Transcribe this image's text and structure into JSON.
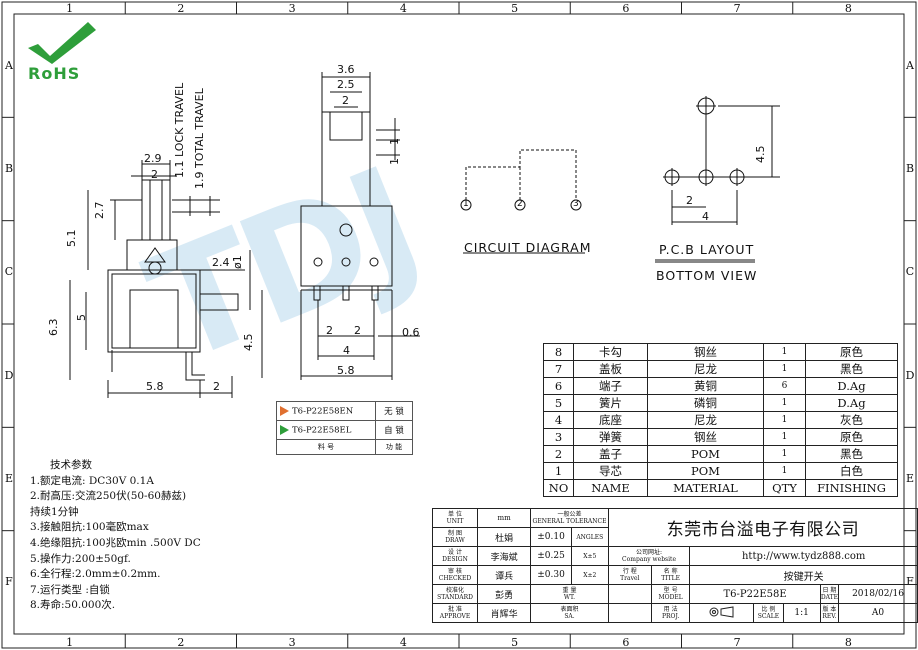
{
  "border": {
    "columns": [
      "1",
      "2",
      "3",
      "4",
      "5",
      "6",
      "7",
      "8"
    ],
    "rows": [
      "A",
      "B",
      "C",
      "D",
      "E",
      "F"
    ]
  },
  "logo": {
    "text": "RoHS",
    "mark": "check-mark-icon",
    "color": "#2e9e3a"
  },
  "watermark": {
    "text": "TDJ"
  },
  "dimensions": {
    "side": {
      "d2_9": "2.9",
      "d2a": "2",
      "d2_7": "2.7",
      "d5_1": "5.1",
      "d6_3": "6.3",
      "d5": "5",
      "d2_4": "2.4",
      "phi1": "ø1",
      "d4_5": "4.5",
      "d5_8": "5.8",
      "d2b": "2",
      "lock": "1.1 LOCK TRAVEL",
      "total": "1.9 TOTAL TRAVEL"
    },
    "front": {
      "d3_6": "3.6",
      "d2_5": "2.5",
      "d2": "2",
      "d1a": "1",
      "d1b": "1",
      "d2c": "2",
      "d2d": "2",
      "d0_6": "0.6",
      "d4": "4",
      "d5_8": "5.8"
    },
    "pcb": {
      "d4_5": "4.5",
      "d2": "2",
      "d4": "4"
    }
  },
  "circuit": {
    "title": "CIRCUIT DIAGRAM",
    "pins": [
      "1",
      "2",
      "3"
    ]
  },
  "pcb": {
    "title": "P.C.B LAYOUT",
    "subtitle": "BOTTOM VIEW"
  },
  "legend": [
    {
      "code": "T6-P22E58EN",
      "desc": "无 锁",
      "color": "#e07030"
    },
    {
      "code": "T6-P22E58EL",
      "desc": "自 锁",
      "color": "#2e9e3a"
    }
  ],
  "legend_header": {
    "code": "料 号",
    "desc": "功 能"
  },
  "specs": {
    "title": "技术参数",
    "lines": [
      "1.额定电流: DC30V  0.1A",
      "2.耐高压:交流250伏(50-60赫兹)",
      "持续1分钟",
      "3.接触阻抗:100毫欧max",
      "4.绝缘阻抗:100兆欧min .500V DC",
      "5.操作力:200±50gf.",
      "6.全行程:2.0mm±0.2mm.",
      "7.运行类型 :自锁",
      "8.寿命:50.000次."
    ]
  },
  "bom": {
    "rows": [
      {
        "no": "8",
        "name": "卡勾",
        "material": "钢丝",
        "qty": "1",
        "finishing": "原色"
      },
      {
        "no": "7",
        "name": "盖板",
        "material": "尼龙",
        "qty": "1",
        "finishing": "黑色"
      },
      {
        "no": "6",
        "name": "端子",
        "material": "黄铜",
        "qty": "6",
        "finishing": "D.Ag"
      },
      {
        "no": "5",
        "name": "簧片",
        "material": "磷铜",
        "qty": "1",
        "finishing": "D.Ag"
      },
      {
        "no": "4",
        "name": "底座",
        "material": "尼龙",
        "qty": "1",
        "finishing": "灰色"
      },
      {
        "no": "3",
        "name": "弹簧",
        "material": "钢丝",
        "qty": "1",
        "finishing": "原色"
      },
      {
        "no": "2",
        "name": "盖子",
        "material": "POM",
        "qty": "1",
        "finishing": "黑色"
      },
      {
        "no": "1",
        "name": "导芯",
        "material": "POM",
        "qty": "1",
        "finishing": "白色"
      }
    ],
    "header": {
      "no": "NO",
      "name": "NAME",
      "material": "MATERIAL",
      "qty": "QTY",
      "finishing": "FINISHING"
    }
  },
  "title_block": {
    "unit_cn": "单 位",
    "unit_en": "UNIT",
    "unit_val": "mm",
    "tol_cn": "一般公差",
    "tol_en": "GENERAL TOLERANCE",
    "tol1": "±0.10",
    "tol1_r": "ANGLES",
    "tol2": "±0.25",
    "tol2_r": "X±5",
    "tol3": "±0.30",
    "tol3_r": "X±2",
    "draw_cn": "制 图",
    "draw_en": "DRAW",
    "draw_val": "杜娟",
    "design_cn": "设 计",
    "design_en": "DESIGN",
    "design_val": "李海斌",
    "check_cn": "审 核",
    "check_en": "CHECKED",
    "check_val": "谭兵",
    "std_cn": "校准化",
    "std_en": "STANDARD",
    "std_val": "彭勇",
    "approve_cn": "批 准",
    "approve_en": "APPROVE",
    "approve_val": "肖辉华",
    "travel_cn": "行 程",
    "travel_en": "Travel",
    "wt_cn": "重 量",
    "wt_en": "WT.",
    "sa_cn": "表面积",
    "sa_en": "SA.",
    "company": "东莞市台溢电子有限公司",
    "website_cn": "公司网址:",
    "website_en": "Company website",
    "website": "http://www.tydz888.com",
    "title_cn": "名 称",
    "title_en": "TITLE",
    "title_val": "按键开关",
    "model_cn": "型 号",
    "model_en": "MODEL",
    "model_val": "T6-P22E58E",
    "date_cn": "日 期",
    "date_en": "DATE",
    "date_val": "2018/02/16",
    "proj_cn": "用 法",
    "proj_en": "PROJ.",
    "scale_cn": "比 例",
    "scale_en": "SCALE",
    "scale_val": "1:1",
    "rev_cn": "版 本",
    "rev_en": "REV.",
    "rev_val": "A0"
  }
}
